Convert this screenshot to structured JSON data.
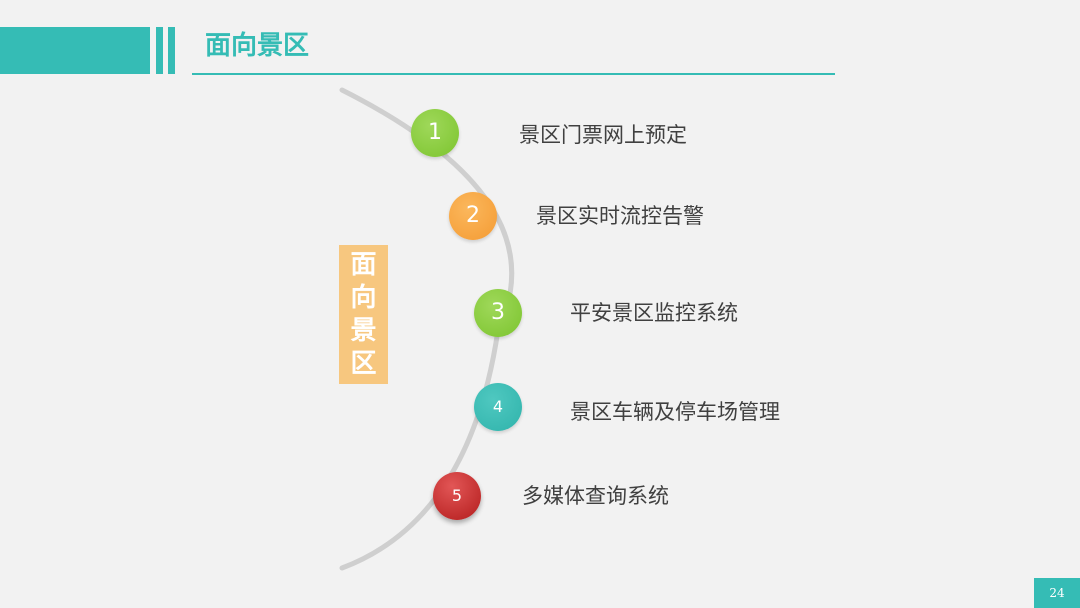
{
  "header": {
    "title": "面向景区"
  },
  "side_box": {
    "chars": [
      "面",
      "向",
      "景",
      "区"
    ]
  },
  "items": [
    {
      "number": "1",
      "label": "景区门票网上预定"
    },
    {
      "number": "2",
      "label": "景区实时流控告警"
    },
    {
      "number": "3",
      "label": "平安景区监控系统"
    },
    {
      "number": "4",
      "label": "景区车辆及停车场管理"
    },
    {
      "number": "5",
      "label": "多媒体查询系统"
    }
  ],
  "page_number": "24",
  "colors": {
    "accent": "#35bcb5",
    "green": "#7cc42e",
    "orange": "#f49b33",
    "teal": "#2fb3ab",
    "red": "#b31c1c",
    "side_box": "#f7c77f"
  }
}
